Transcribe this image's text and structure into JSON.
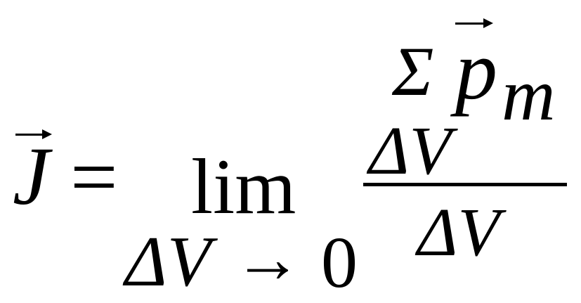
{
  "formula": {
    "lhs_symbol": "J",
    "equals": "=",
    "lim": "lim",
    "lim_condition": {
      "variable": "ΔV",
      "arrow": "→",
      "target": "0"
    },
    "numerator": {
      "sum_sign": "Σ",
      "vector": "p",
      "subscript": "m",
      "denominator": "ΔV"
    },
    "denominator": "ΔV"
  }
}
